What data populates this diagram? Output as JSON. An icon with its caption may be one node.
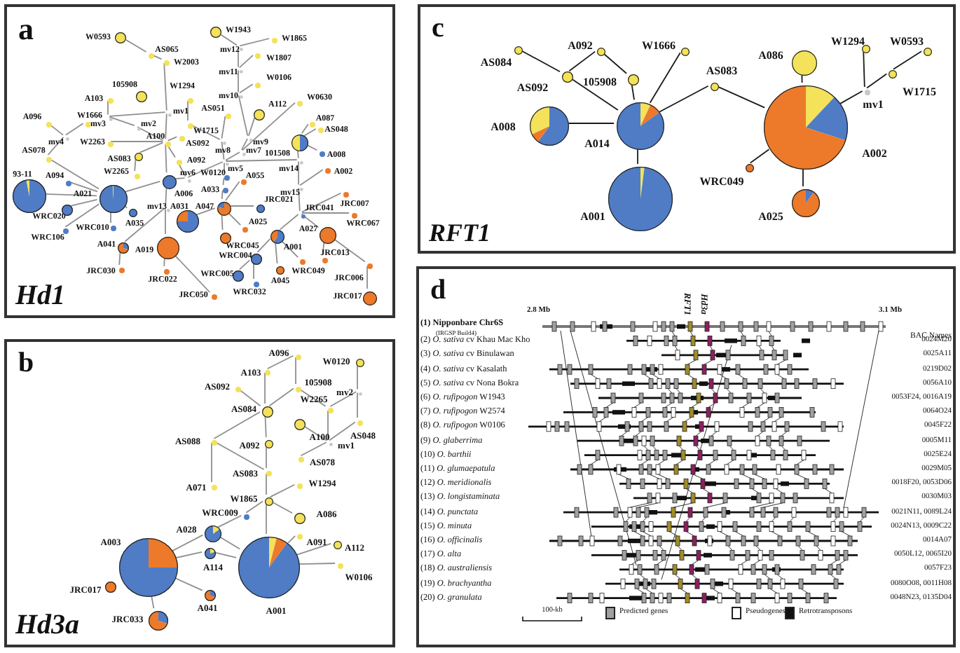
{
  "diagram": {
    "nodes": [
      {
        "text": [
          "a",
          "Hd1"
        ]
      },
      {
        "text": [],
        "shape": "circle",
        "beside": [
          "W0593"
        ],
        "in": 0
      },
      {
        "text": [],
        "shape": "circle",
        "beside": [
          "AS065"
        ],
        "in": 0
      },
      {
        "text": [],
        "shape": "circle",
        "beside": [
          "W2003"
        ],
        "in": 0
      },
      {
        "text": [],
        "shape": "circle",
        "beside": [
          "W1943"
        ],
        "in": 0
      },
      {
        "text": [],
        "shape": "circle",
        "beside": [
          "mv12"
        ],
        "in": 0
      },
      {
        "text": [],
        "shape": "circle",
        "beside": [
          "W1865"
        ],
        "in": 0
      },
      {
        "text": [],
        "shape": "circle",
        "beside": [
          "W1807"
        ],
        "in": 0
      },
      {
        "text": [],
        "shape": "circle",
        "beside": [
          "mv11"
        ],
        "in": 0
      },
      {
        "text": [],
        "shape": "circle",
        "beside": [
          "W0106"
        ],
        "in": 0
      },
      {
        "text": [],
        "shape": "circle",
        "beside": [
          "105908"
        ],
        "in": 0
      },
      {
        "text": [],
        "shape": "circle",
        "beside": [
          "W1294"
        ],
        "in": 0
      },
      {
        "text": [],
        "shape": "circle",
        "beside": [
          "mv10"
        ],
        "in": 0
      },
      {
        "text": [],
        "shape": "circle",
        "beside": [
          "A103"
        ],
        "in": 0
      },
      {
        "text": [],
        "shape": "circle",
        "beside": [
          "AS051"
        ],
        "in": 0
      },
      {
        "text": [],
        "shape": "circle",
        "beside": [
          "A112"
        ],
        "in": 0
      },
      {
        "text": [],
        "shape": "circle",
        "beside": [
          "W0630"
        ],
        "in": 0
      },
      {
        "text": [],
        "shape": "circle",
        "beside": [
          "mv1"
        ],
        "in": 0
      },
      {
        "text": [],
        "shape": "circle",
        "beside": [
          "mv3"
        ],
        "in": 0
      },
      {
        "text": [],
        "shape": "circle",
        "beside": [
          "mv2"
        ],
        "in": 0
      },
      {
        "text": [],
        "shape": "circle",
        "beside": [
          "A096"
        ],
        "in": 0
      },
      {
        "text": [],
        "shape": "circle",
        "beside": [
          "W1666"
        ],
        "in": 0
      },
      {
        "text": [],
        "shape": "circle",
        "beside": [
          "W1715"
        ],
        "in": 0
      },
      {
        "text": [],
        "shape": "circle",
        "beside": [
          "mv8"
        ],
        "in": 0
      },
      {
        "text": [],
        "shape": "circle",
        "beside": [
          "mv9"
        ],
        "in": 0
      },
      {
        "text": [],
        "shape": "circle",
        "beside": [
          "A087"
        ],
        "in": 0
      },
      {
        "text": [],
        "shape": "circle",
        "beside": [
          "AS048"
        ],
        "in": 0
      },
      {
        "text": [],
        "shape": "circle",
        "beside": [
          "mv4"
        ],
        "in": 0
      },
      {
        "text": [],
        "shape": "circle",
        "beside": [
          "W2263"
        ],
        "in": 0
      },
      {
        "text": [],
        "shape": "circle",
        "beside": [
          "A100"
        ],
        "in": 0
      },
      {
        "text": [],
        "shape": "circle",
        "beside": [
          "AS092"
        ],
        "in": 0
      },
      {
        "text": [],
        "shape": "circle",
        "beside": [
          "101508"
        ],
        "in": 0
      },
      {
        "text": [],
        "shape": "circle",
        "beside": [
          "AS078"
        ],
        "in": 0
      },
      {
        "text": [],
        "shape": "circle",
        "beside": [
          "AS083"
        ],
        "in": 0
      },
      {
        "text": [],
        "shape": "circle",
        "beside": [
          "mv7"
        ],
        "in": 0
      },
      {
        "text": [],
        "shape": "circle",
        "beside": [
          "A092"
        ],
        "in": 0
      },
      {
        "text": [],
        "shape": "circle",
        "beside": [
          "A008"
        ],
        "in": 0
      },
      {
        "text": [],
        "shape": "circle",
        "beside": [
          "W2265"
        ],
        "in": 0
      },
      {
        "text": [],
        "shape": "circle",
        "beside": [
          "mv5"
        ],
        "in": 0
      },
      {
        "text": [],
        "shape": "circle",
        "beside": [
          "mv14"
        ],
        "in": 0
      },
      {
        "text": [],
        "shape": "circle",
        "beside": [
          "A002"
        ],
        "in": 0
      },
      {
        "text": [],
        "shape": "circle",
        "beside": [
          "93-11"
        ],
        "in": 0
      },
      {
        "text": [],
        "shape": "circle",
        "beside": [
          "A094"
        ],
        "in": 0
      },
      {
        "text": [],
        "shape": "circle",
        "beside": [
          "W0120"
        ],
        "in": 0
      },
      {
        "text": [],
        "shape": "circle",
        "beside": [
          "A055"
        ],
        "in": 0
      },
      {
        "text": [],
        "shape": "circle",
        "beside": [
          "mv6"
        ],
        "in": 0
      },
      {
        "text": [],
        "shape": "circle",
        "beside": [
          "A006"
        ],
        "in": 0
      },
      {
        "text": [],
        "shape": "circle",
        "beside": [
          "A033"
        ],
        "in": 0
      },
      {
        "text": [],
        "shape": "circle",
        "beside": [
          "A021"
        ],
        "in": 0
      },
      {
        "text": [],
        "shape": "circle",
        "beside": [
          "mv15"
        ],
        "in": 0
      },
      {
        "text": [],
        "shape": "circle",
        "beside": [
          "JRC021"
        ],
        "in": 0
      },
      {
        "text": [],
        "shape": "circle",
        "beside": [
          "A047"
        ],
        "in": 0
      },
      {
        "text": [],
        "shape": "circle",
        "beside": [
          "A031"
        ],
        "in": 0
      },
      {
        "text": [],
        "shape": "circle",
        "beside": [
          "mv13"
        ],
        "in": 0
      },
      {
        "text": [],
        "shape": "circle",
        "beside": [
          "WRC020"
        ],
        "in": 0
      },
      {
        "text": [],
        "shape": "circle",
        "beside": [
          "A035"
        ],
        "in": 0
      },
      {
        "text": [],
        "shape": "circle",
        "beside": [
          "JRC041"
        ],
        "in": 0
      },
      {
        "text": [],
        "shape": "circle",
        "beside": [
          "JRC007"
        ],
        "in": 0
      },
      {
        "text": [],
        "shape": "circle",
        "beside": [
          "WRC067"
        ],
        "in": 0
      },
      {
        "text": [],
        "shape": "circle",
        "beside": [
          "A025"
        ],
        "in": 0
      },
      {
        "text": [],
        "shape": "circle",
        "beside": [
          "WRC010"
        ],
        "in": 0
      },
      {
        "text": [],
        "shape": "circle",
        "beside": [
          "WRC106"
        ],
        "in": 0
      },
      {
        "text": [],
        "shape": "circle",
        "beside": [
          "WRC045"
        ],
        "in": 0
      },
      {
        "text": [],
        "shape": "circle",
        "beside": [
          "A001"
        ],
        "in": 0
      },
      {
        "text": [],
        "shape": "circle",
        "beside": [
          "A027"
        ],
        "in": 0
      },
      {
        "text": [],
        "shape": "circle",
        "beside": [
          "A041"
        ],
        "in": 0
      },
      {
        "text": [],
        "shape": "circle",
        "beside": [
          "A019"
        ],
        "in": 0
      },
      {
        "text": [],
        "shape": "circle",
        "beside": [
          "WRC004"
        ],
        "in": 0
      },
      {
        "text": [],
        "shape": "circle",
        "beside": [
          "JRC013"
        ],
        "in": 0
      },
      {
        "text": [],
        "shape": "circle",
        "beside": [
          "WRC049"
        ],
        "in": 0
      },
      {
        "text": [],
        "shape": "circle",
        "beside": [
          "JRC030"
        ],
        "in": 0
      },
      {
        "text": [],
        "shape": "circle",
        "beside": [
          "JRC022"
        ],
        "in": 0
      },
      {
        "text": [],
        "shape": "circle",
        "beside": [
          "WRC005"
        ],
        "in": 0
      },
      {
        "text": [],
        "shape": "circle",
        "beside": [
          "A045"
        ],
        "in": 0
      },
      {
        "text": [],
        "shape": "circle",
        "beside": [
          "JRC006"
        ],
        "in": 0
      },
      {
        "text": [],
        "shape": "circle",
        "beside": [
          "WRC032"
        ],
        "in": 0
      },
      {
        "text": [],
        "shape": "circle",
        "beside": [
          "JRC050"
        ],
        "in": 0
      },
      {
        "text": [],
        "shape": "circle",
        "beside": [
          "JRC017"
        ],
        "in": 0
      },
      {
        "text": [
          "c",
          "RFT1"
        ]
      },
      {
        "text": [],
        "shape": "circle",
        "beside": [
          "AS084"
        ],
        "in": 78
      },
      {
        "text": [],
        "shape": "circle",
        "beside": [
          "A092"
        ],
        "in": 78
      },
      {
        "text": [],
        "shape": "circle",
        "beside": [
          "W1666"
        ],
        "in": 78
      },
      {
        "text": [],
        "shape": "circle",
        "beside": [
          "W1294"
        ],
        "in": 78
      },
      {
        "text": [],
        "shape": "circle",
        "beside": [
          "W0593"
        ],
        "in": 78
      },
      {
        "text": [],
        "shape": "circle",
        "beside": [
          "AS092"
        ],
        "in": 78
      },
      {
        "text": [],
        "shape": "circle",
        "beside": [
          "105908"
        ],
        "in": 78
      },
      {
        "text": [],
        "shape": "circle",
        "beside": [
          "A086"
        ],
        "in": 78
      },
      {
        "text": [],
        "shape": "circle",
        "beside": [
          "AS083"
        ],
        "in": 78
      },
      {
        "text": [],
        "shape": "circle",
        "beside": [
          "W1715"
        ],
        "in": 78
      },
      {
        "text": [],
        "shape": "circle",
        "beside": [
          "mv1"
        ],
        "in": 78
      },
      {
        "text": [],
        "shape": "circle",
        "beside": [
          "A008"
        ],
        "in": 78
      },
      {
        "text": [],
        "shape": "circle",
        "beside": [
          "A014"
        ],
        "in": 78
      },
      {
        "text": [],
        "shape": "circle",
        "beside": [
          "A002"
        ],
        "in": 78
      },
      {
        "text": [],
        "shape": "circle",
        "beside": [
          "WRC049"
        ],
        "in": 78
      },
      {
        "text": [],
        "shape": "circle",
        "beside": [
          "A001"
        ],
        "in": 78
      },
      {
        "text": [],
        "shape": "circle",
        "beside": [
          "A025"
        ],
        "in": 78
      },
      {
        "text": [
          "b",
          "Hd3a"
        ]
      },
      {
        "text": [],
        "shape": "circle",
        "beside": [
          "A096"
        ],
        "in": 96
      },
      {
        "text": [],
        "shape": "circle",
        "beside": [
          "W0120"
        ],
        "in": 96
      },
      {
        "text": [],
        "shape": "circle",
        "beside": [
          "A103"
        ],
        "in": 96
      },
      {
        "text": [],
        "shape": "circle",
        "beside": [
          "105908"
        ],
        "in": 96
      },
      {
        "text": [],
        "shape": "circle",
        "beside": [
          "AS092"
        ],
        "in": 96
      },
      {
        "text": [],
        "shape": "circle",
        "beside": [
          "mv2"
        ],
        "in": 96
      },
      {
        "text": [],
        "shape": "circle",
        "beside": [
          "AS084"
        ],
        "in": 96
      },
      {
        "text": [],
        "shape": "circle",
        "beside": [
          "W2265"
        ],
        "in": 96
      },
      {
        "text": [],
        "shape": "circle",
        "beside": [
          "A100"
        ],
        "in": 96
      },
      {
        "text": [],
        "shape": "circle",
        "beside": [
          "AS048"
        ],
        "in": 96
      },
      {
        "text": [],
        "shape": "circle",
        "beside": [
          "AS088"
        ],
        "in": 96
      },
      {
        "text": [],
        "shape": "circle",
        "beside": [
          "A092"
        ],
        "in": 96
      },
      {
        "text": [],
        "shape": "circle",
        "beside": [
          "mv1"
        ],
        "in": 96
      },
      {
        "text": [],
        "shape": "circle",
        "beside": [
          "AS078"
        ],
        "in": 96
      },
      {
        "text": [],
        "shape": "circle",
        "beside": [
          "AS083"
        ],
        "in": 96
      },
      {
        "text": [],
        "shape": "circle",
        "beside": [
          "A071"
        ],
        "in": 96
      },
      {
        "text": [],
        "shape": "circle",
        "beside": [
          "W1294"
        ],
        "in": 96
      },
      {
        "text": [],
        "shape": "circle",
        "beside": [
          "W1865"
        ],
        "in": 96
      },
      {
        "text": [],
        "shape": "circle",
        "beside": [
          "WRC009"
        ],
        "in": 96
      },
      {
        "text": [],
        "shape": "circle",
        "beside": [
          "A086"
        ],
        "in": 96
      },
      {
        "text": [],
        "shape": "circle",
        "beside": [
          "A028"
        ],
        "in": 96
      },
      {
        "text": [],
        "shape": "circle",
        "beside": [
          "A091"
        ],
        "in": 96
      },
      {
        "text": [],
        "shape": "circle",
        "beside": [
          "A112"
        ],
        "in": 96
      },
      {
        "text": [],
        "shape": "circle",
        "beside": [
          "A003"
        ],
        "in": 96
      },
      {
        "text": [],
        "shape": "circle",
        "beside": [
          "A114"
        ],
        "in": 96
      },
      {
        "text": [],
        "shape": "circle",
        "beside": [
          "A001"
        ],
        "in": 96
      },
      {
        "text": [],
        "shape": "circle",
        "beside": [
          "W0106"
        ],
        "in": 96
      },
      {
        "text": [],
        "shape": "circle",
        "beside": [
          "JRC017"
        ],
        "in": 96
      },
      {
        "text": [],
        "shape": "circle",
        "beside": [
          "A041"
        ],
        "in": 96
      },
      {
        "text": [],
        "shape": "circle",
        "beside": [
          "JRC033"
        ],
        "in": 96
      },
      {
        "text": [
          "d"
        ]
      }
    ],
    "edges": [
      {
        "from": 1,
        "to": 2,
        "arrow": "none"
      },
      {
        "from": 2,
        "to": 3,
        "arrow": "none"
      },
      {
        "from": 3,
        "to": 17,
        "arrow": "none"
      },
      {
        "from": 17,
        "to": 29,
        "arrow": "none"
      },
      {
        "from": 29,
        "to": 46,
        "arrow": "none"
      },
      {
        "from": 46,
        "to": 53,
        "arrow": "none"
      },
      {
        "from": 53,
        "to": 66,
        "arrow": "none"
      },
      {
        "from": 13,
        "to": 18,
        "arrow": "none"
      },
      {
        "from": 18,
        "to": 17,
        "arrow": "none"
      },
      {
        "from": 18,
        "to": 19,
        "arrow": "none"
      },
      {
        "from": 19,
        "to": 29,
        "arrow": "none"
      },
      {
        "from": 28,
        "to": 29,
        "arrow": "none"
      },
      {
        "from": 33,
        "to": 29,
        "arrow": "none"
      },
      {
        "from": 30,
        "to": 29,
        "arrow": "none"
      },
      {
        "from": 37,
        "to": 33,
        "arrow": "none"
      },
      {
        "from": 29,
        "to": 35,
        "arrow": "none"
      },
      {
        "from": 35,
        "to": 45,
        "arrow": "none"
      },
      {
        "from": 46,
        "to": 45,
        "arrow": "none"
      },
      {
        "from": 45,
        "to": 38,
        "arrow": "none"
      },
      {
        "from": 11,
        "to": 22,
        "arrow": "none"
      },
      {
        "from": 22,
        "to": 23,
        "arrow": "none"
      },
      {
        "from": 14,
        "to": 23,
        "arrow": "none"
      },
      {
        "from": 23,
        "to": 38,
        "arrow": "none"
      },
      {
        "from": 38,
        "to": 34,
        "arrow": "none"
      },
      {
        "from": 34,
        "to": 24,
        "arrow": "none"
      },
      {
        "from": 24,
        "to": 12,
        "arrow": "none"
      },
      {
        "from": 12,
        "to": 8,
        "arrow": "none"
      },
      {
        "from": 8,
        "to": 5,
        "arrow": "none"
      },
      {
        "from": 5,
        "to": 4,
        "arrow": "none"
      },
      {
        "from": 5,
        "to": 6,
        "arrow": "none"
      },
      {
        "from": 8,
        "to": 7,
        "arrow": "none"
      },
      {
        "from": 12,
        "to": 9,
        "arrow": "none"
      },
      {
        "from": 24,
        "to": 15,
        "arrow": "none"
      },
      {
        "from": 34,
        "to": 16,
        "arrow": "none"
      },
      {
        "from": 38,
        "to": 39,
        "arrow": "none"
      },
      {
        "from": 39,
        "to": 31,
        "arrow": "none"
      },
      {
        "from": 31,
        "to": 25,
        "arrow": "none"
      },
      {
        "from": 31,
        "to": 26,
        "arrow": "none"
      },
      {
        "from": 31,
        "to": 36,
        "arrow": "none"
      },
      {
        "from": 39,
        "to": 49,
        "arrow": "none"
      },
      {
        "from": 49,
        "to": 40,
        "arrow": "none"
      },
      {
        "from": 49,
        "to": 56,
        "arrow": "none"
      },
      {
        "from": 56,
        "to": 57,
        "arrow": "none"
      },
      {
        "from": 56,
        "to": 58,
        "arrow": "none"
      },
      {
        "from": 56,
        "to": 64,
        "arrow": "none"
      },
      {
        "from": 56,
        "to": 63,
        "arrow": "none"
      },
      {
        "from": 63,
        "to": 67,
        "arrow": "none"
      },
      {
        "from": 63,
        "to": 69,
        "arrow": "none"
      },
      {
        "from": 63,
        "to": 73,
        "arrow": "none"
      },
      {
        "from": 67,
        "to": 72,
        "arrow": "none"
      },
      {
        "from": 67,
        "to": 75,
        "arrow": "none"
      },
      {
        "from": 64,
        "to": 68,
        "arrow": "none"
      },
      {
        "from": 64,
        "to": 74,
        "arrow": "none"
      },
      {
        "from": 74,
        "to": 77,
        "arrow": "none"
      },
      {
        "from": 38,
        "to": 43,
        "arrow": "none"
      },
      {
        "from": 43,
        "to": 47,
        "arrow": "none"
      },
      {
        "from": 47,
        "to": 51,
        "arrow": "none"
      },
      {
        "from": 51,
        "to": 44,
        "arrow": "none"
      },
      {
        "from": 51,
        "to": 50,
        "arrow": "none"
      },
      {
        "from": 51,
        "to": 59,
        "arrow": "none"
      },
      {
        "from": 51,
        "to": 62,
        "arrow": "none"
      },
      {
        "from": 51,
        "to": 52,
        "arrow": "none"
      },
      {
        "from": 46,
        "to": 48,
        "arrow": "none"
      },
      {
        "from": 48,
        "to": 41,
        "arrow": "none"
      },
      {
        "from": 48,
        "to": 42,
        "arrow": "none"
      },
      {
        "from": 48,
        "to": 54,
        "arrow": "none"
      },
      {
        "from": 48,
        "to": 60,
        "arrow": "none"
      },
      {
        "from": 48,
        "to": 61,
        "arrow": "none"
      },
      {
        "from": 48,
        "to": 55,
        "arrow": "none"
      },
      {
        "from": 48,
        "to": 32,
        "arrow": "none"
      },
      {
        "from": 32,
        "to": 27,
        "arrow": "none"
      },
      {
        "from": 27,
        "to": 20,
        "arrow": "none"
      },
      {
        "from": 27,
        "to": 21,
        "arrow": "none"
      },
      {
        "from": 53,
        "to": 65,
        "arrow": "none"
      },
      {
        "from": 65,
        "to": 70,
        "arrow": "none"
      },
      {
        "from": 66,
        "to": 71,
        "arrow": "none"
      },
      {
        "from": 66,
        "to": 76,
        "arrow": "none"
      },
      {
        "from": 79,
        "to": 84,
        "arrow": "none",
        "color": "#1a1a1a"
      },
      {
        "from": 84,
        "to": 80,
        "arrow": "none",
        "color": "#1a1a1a"
      },
      {
        "from": 80,
        "to": 85,
        "arrow": "none",
        "color": "#1a1a1a"
      },
      {
        "from": 84,
        "to": 91,
        "arrow": "none",
        "color": "#1a1a1a"
      },
      {
        "from": 85,
        "to": 91,
        "arrow": "none",
        "color": "#1a1a1a"
      },
      {
        "from": 81,
        "to": 91,
        "arrow": "none",
        "color": "#1a1a1a"
      },
      {
        "from": 90,
        "to": 91,
        "arrow": "none",
        "color": "#1a1a1a"
      },
      {
        "from": 91,
        "to": 94,
        "arrow": "none",
        "color": "#1a1a1a"
      },
      {
        "from": 91,
        "to": 87,
        "arrow": "none",
        "color": "#1a1a1a"
      },
      {
        "from": 87,
        "to": 92,
        "arrow": "none",
        "color": "#1a1a1a"
      },
      {
        "from": 86,
        "to": 92,
        "arrow": "none",
        "color": "#1a1a1a"
      },
      {
        "from": 92,
        "to": 89,
        "arrow": "none",
        "color": "#1a1a1a"
      },
      {
        "from": 89,
        "to": 82,
        "arrow": "none",
        "color": "#1a1a1a"
      },
      {
        "from": 89,
        "to": 88,
        "arrow": "none",
        "color": "#1a1a1a"
      },
      {
        "from": 88,
        "to": 83,
        "arrow": "none",
        "color": "#1a1a1a"
      },
      {
        "from": 92,
        "to": 93,
        "arrow": "none",
        "color": "#1a1a1a"
      },
      {
        "from": 92,
        "to": 95,
        "arrow": "none",
        "color": "#1a1a1a"
      },
      {
        "from": 97,
        "to": 99,
        "arrow": "none"
      },
      {
        "from": 97,
        "to": 100,
        "arrow": "none"
      },
      {
        "from": 99,
        "to": 103,
        "arrow": "none"
      },
      {
        "from": 100,
        "to": 103,
        "arrow": "none"
      },
      {
        "from": 100,
        "to": 104,
        "arrow": "none"
      },
      {
        "from": 104,
        "to": 102,
        "arrow": "none"
      },
      {
        "from": 98,
        "to": 102,
        "arrow": "none"
      },
      {
        "from": 102,
        "to": 106,
        "arrow": "none"
      },
      {
        "from": 104,
        "to": 109,
        "arrow": "none"
      },
      {
        "from": 109,
        "to": 106,
        "arrow": "none"
      },
      {
        "from": 109,
        "to": 105,
        "arrow": "none"
      },
      {
        "from": 109,
        "to": 110,
        "arrow": "none"
      },
      {
        "from": 101,
        "to": 103,
        "arrow": "none"
      },
      {
        "from": 103,
        "to": 107,
        "arrow": "none"
      },
      {
        "from": 103,
        "to": 108,
        "arrow": "none"
      },
      {
        "from": 107,
        "to": 112,
        "arrow": "none"
      },
      {
        "from": 107,
        "to": 111,
        "arrow": "none"
      },
      {
        "from": 108,
        "to": 111,
        "arrow": "none"
      },
      {
        "from": 111,
        "to": 114,
        "arrow": "none"
      },
      {
        "from": 114,
        "to": 113,
        "arrow": "none"
      },
      {
        "from": 114,
        "to": 116,
        "arrow": "none"
      },
      {
        "from": 114,
        "to": 115,
        "arrow": "none"
      },
      {
        "from": 114,
        "to": 122,
        "arrow": "none"
      },
      {
        "from": 115,
        "to": 117,
        "arrow": "none"
      },
      {
        "from": 117,
        "to": 120,
        "arrow": "none"
      },
      {
        "from": 117,
        "to": 122,
        "arrow": "none"
      },
      {
        "from": 121,
        "to": 120,
        "arrow": "none"
      },
      {
        "from": 121,
        "to": 122,
        "arrow": "none"
      },
      {
        "from": 120,
        "to": 125,
        "arrow": "none"
      },
      {
        "from": 120,
        "to": 126,
        "arrow": "none"
      },
      {
        "from": 122,
        "to": 118,
        "arrow": "none"
      },
      {
        "from": 122,
        "to": 119,
        "arrow": "none"
      },
      {
        "from": 122,
        "to": 123,
        "arrow": "none"
      }
    ],
    "labels": [
      "2.8 Mb",
      "RFT1",
      "Hd3a",
      "3.1 Mb",
      "(1) Nipponbare Chr6S",
      "(IRGSP Build4)",
      "BAC Names",
      "(2) *O. sativa* cv Khau Mac Kho",
      "0024M20",
      "(3) *O. sativa* cv Binulawan",
      "0025A11",
      "(4) *O. sativa* cv Kasalath",
      "0219D02",
      "(5) *O. sativa* cv Nona Bokra",
      "0056A10",
      "(6) *O. rufipogon* W1943",
      "0053F24, 0016A19",
      "(7) *O. rufipogon* W2574",
      "0064O24",
      "(8) *O. rufipogon* W0106",
      "0045F22",
      "(9) *O. glaberrima*",
      "0005M11",
      "(10) *O. barthii*",
      "0025E24",
      "(11) *O. glumaepatula*",
      "0029M05",
      "(12) *O. meridionalis*",
      "0018F20, 0053D06",
      "(13) *O. longistaminata*",
      "0030M03",
      "(14) *O. punctata*",
      "0021N11, 0089L24",
      "(15) *O. minuta*",
      "0024N13, 0009C22",
      "(16) *O. officinalis*",
      "0014A07",
      "(17) *O. alta*",
      "0050L12, 0065I20",
      "(18) *O. australiensis*",
      "0057F23",
      "(19) *O. brachyantha*",
      "0080O08, 0011H08",
      "(20) *O. granulata*",
      "0048N23, 0135D04",
      "100-kb"
    ],
    "legend": [
      {
        "text": "Predicted genes",
        "color": "#a0a0a0"
      },
      {
        "text": "Pseudogenes",
        "color": "#ffffff"
      },
      {
        "text": "Retrotransposons",
        "color": "#111111"
      }
    ]
  }
}
